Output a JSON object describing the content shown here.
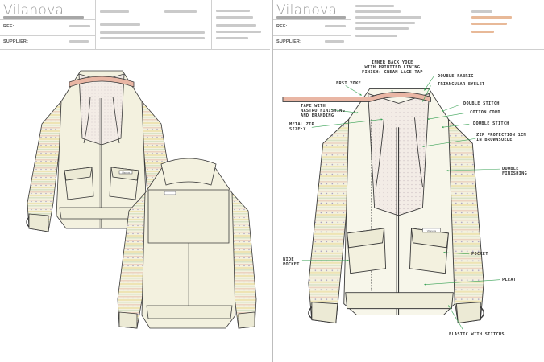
{
  "left_sheet": {
    "brand": "Vilanova",
    "ref_label": "REF:",
    "supplier_label": "SUPPLIER:",
    "front_tape_label": "Vilanova"
  },
  "right_sheet": {
    "brand": "Vilanova",
    "ref_label": "REF:",
    "supplier_label": "SUPPLIER:",
    "callouts": [
      "INNER BACK YOKE\nWITH PRINTTED LINING\nFINISH: CREAM LACE TAP",
      "DOUBLE FABRIC",
      "FRST YOKE",
      "TRIANGULAR EYELET",
      "DOUBLE STITCH",
      "TAPE WITH\nNASTRO FINISHING\nAND BRANDING",
      "COTTON CORD",
      "METAL ZIP\nSIZE:X",
      "DOUBLE STITCH",
      "ZIP PROTECTION 1CM\nIN BROWNSUEDE",
      "DOUBLE\nFINISHING",
      "WIDE\nPOCKET",
      "POCKET",
      "PLEAT",
      "ELASTIC WITH STITCHS"
    ],
    "pocket_tab_label": "Vilanova"
  },
  "colors": {
    "garment_fill": "#f3f1df",
    "outline": "#3a3a3a",
    "lining_pink": "#e9b6a4",
    "stripe_yellow": "#eee4b4",
    "stripe_green": "#d9e2c6",
    "stripe_peach": "#ecd3c0",
    "dot_purple": "#9a8db7",
    "arrow_green": "#39a255"
  }
}
